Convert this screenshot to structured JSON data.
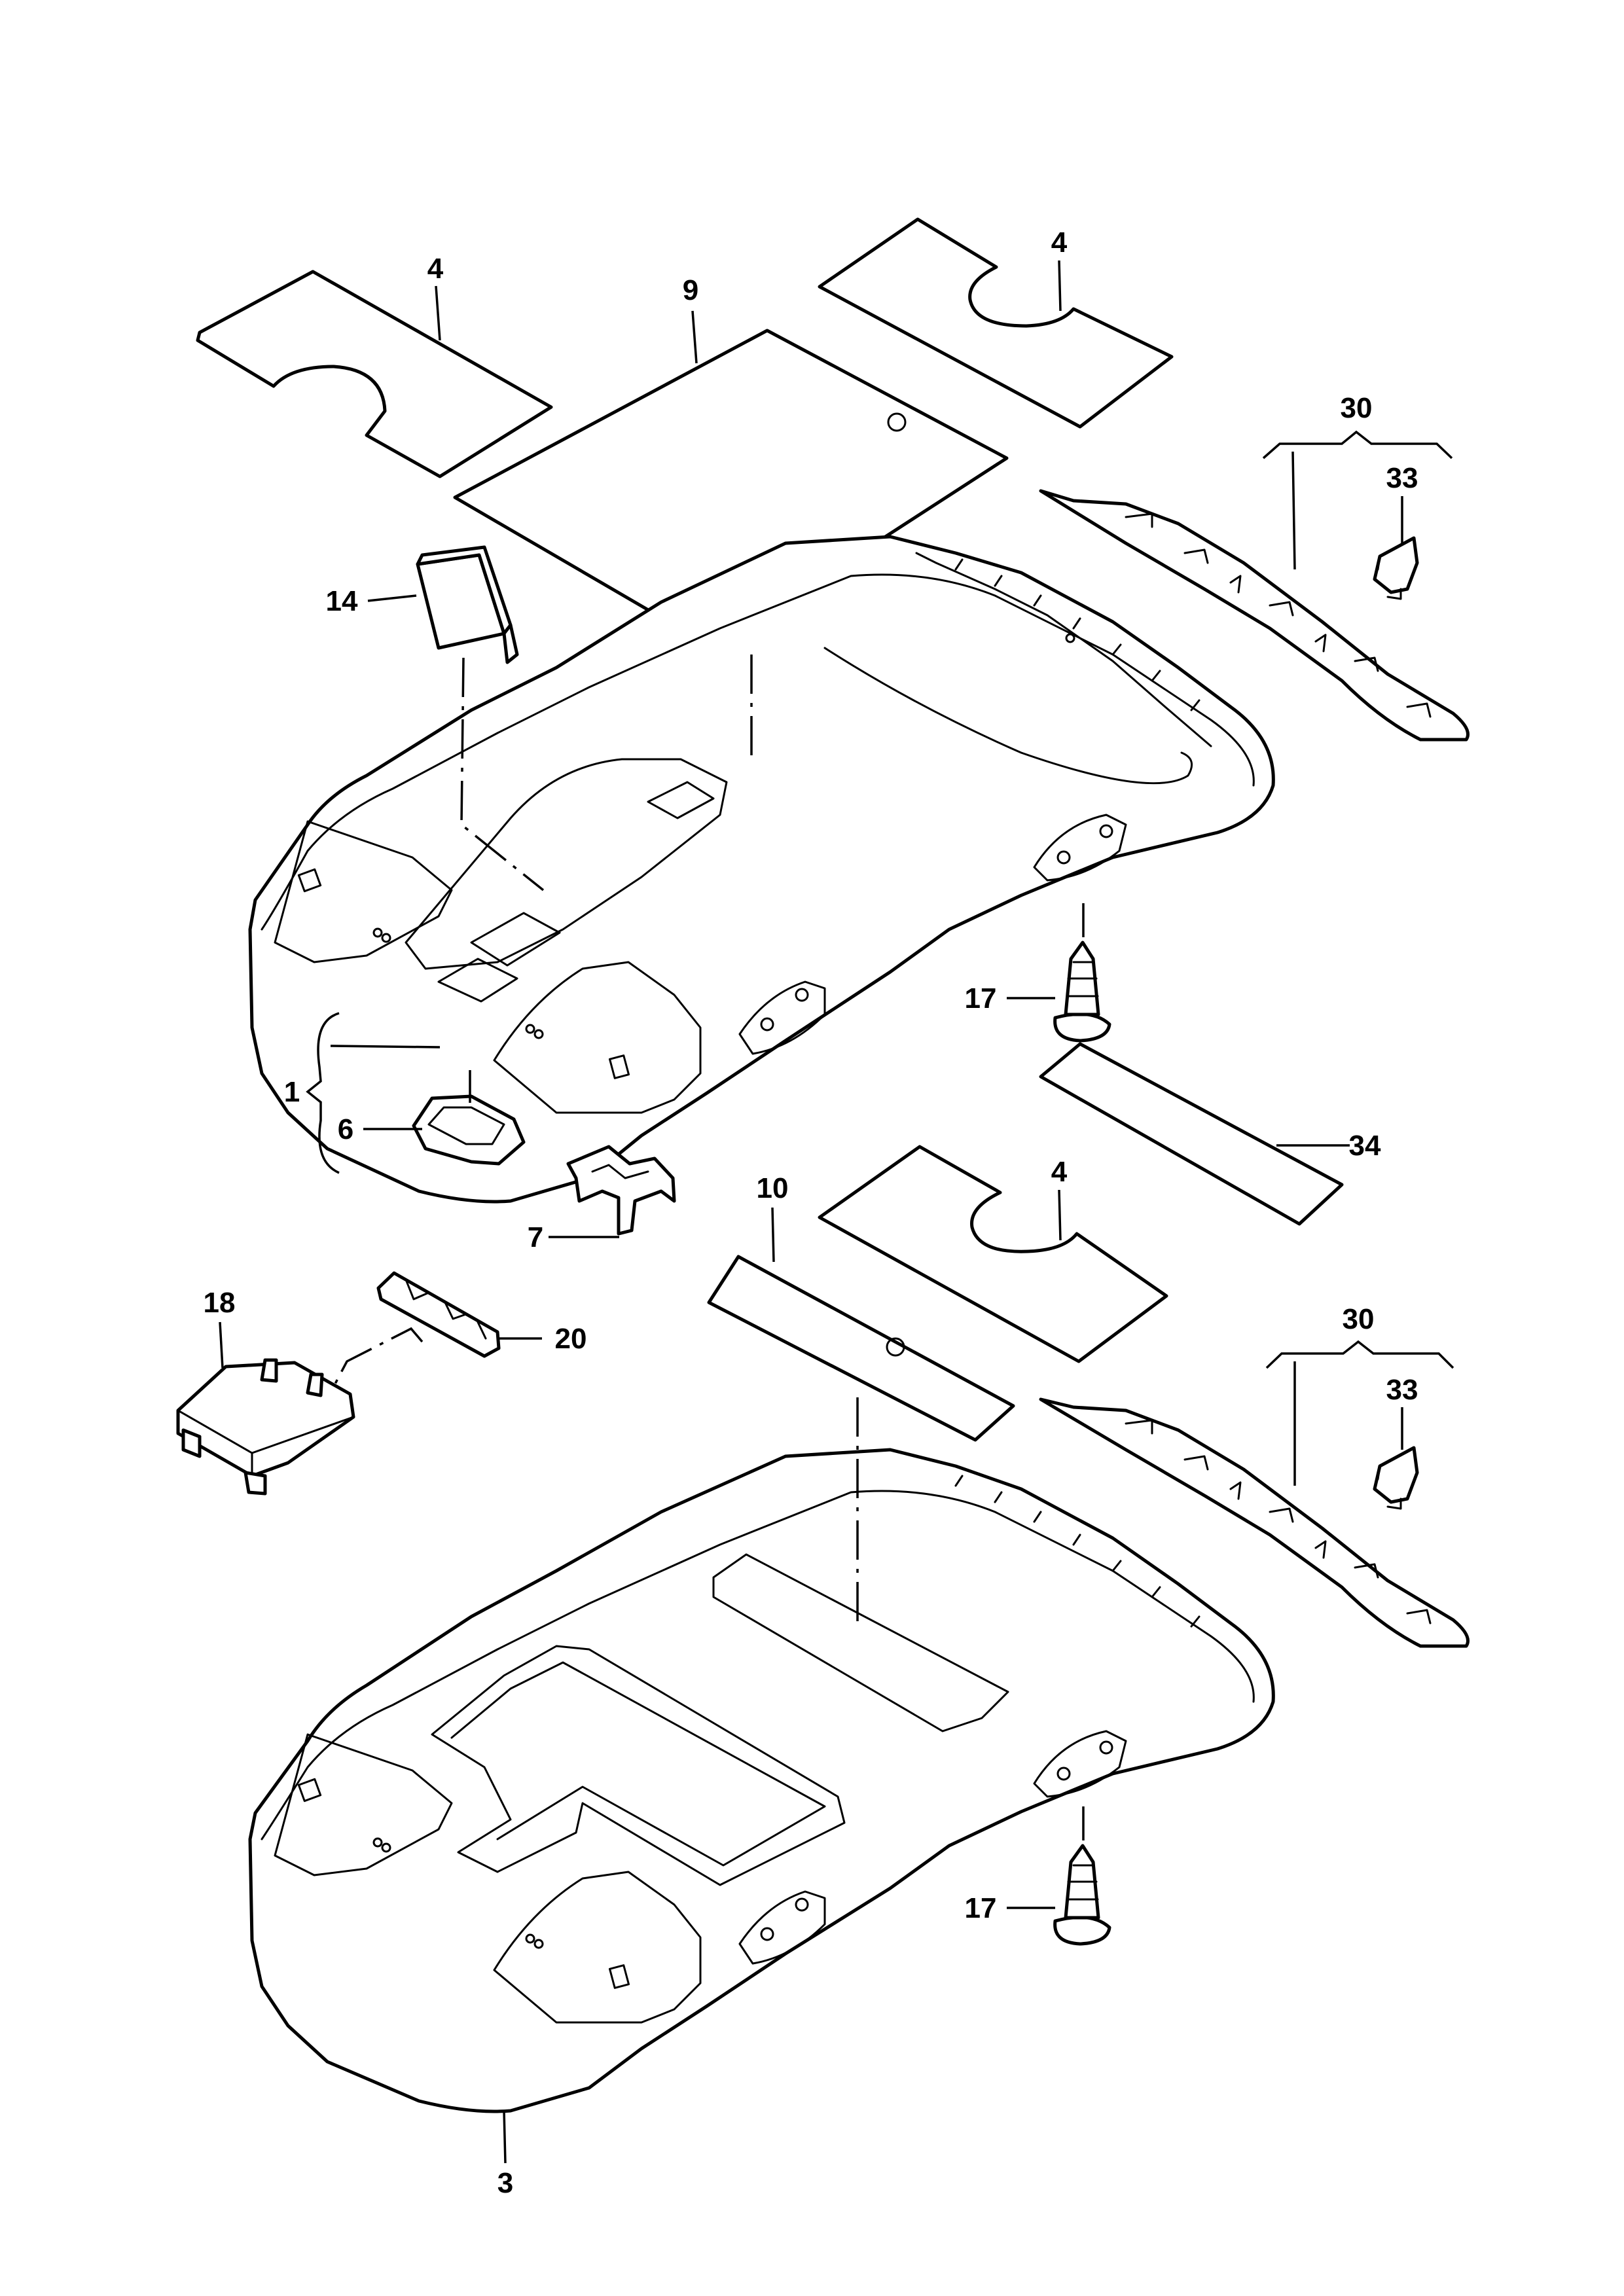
{
  "callouts": {
    "c1": "1",
    "c3": "3",
    "c4_top_left": "4",
    "c4_top_right": "4",
    "c4_middle": "4",
    "c6": "6",
    "c7": "7",
    "c9": "9",
    "c10": "10",
    "c14": "14",
    "c17_top": "17",
    "c17_bottom": "17",
    "c18": "18",
    "c20": "20",
    "c30_top": "30",
    "c30_bottom": "30",
    "c33_top": "33",
    "c33_bottom": "33",
    "c34": "34"
  },
  "colors": {
    "line": "#000000",
    "background": "#ffffff"
  }
}
